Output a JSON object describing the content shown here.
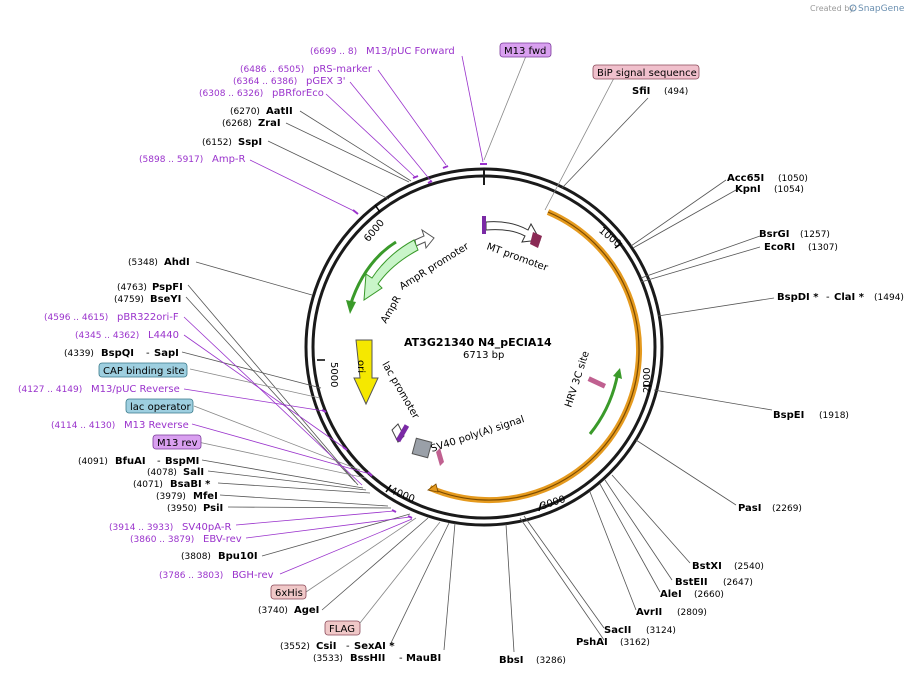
{
  "credit": {
    "created_by": "Created by",
    "brand": "SnapGene"
  },
  "map": {
    "name": "AT3G21340 N4_pECIA14",
    "length": "6713 bp",
    "ticks": [
      "1000",
      "2000",
      "3000",
      "4000",
      "5000",
      "6000"
    ]
  },
  "features": {
    "mt_promoter": "MT promoter",
    "ampr_promoter": "AmpR promoter",
    "ampr": "AmpR",
    "ori": "ori",
    "lac_promoter": "lac promoter",
    "sv40": "SV40 poly(A) signal",
    "hrv": "HRV 3C site"
  },
  "boxed": {
    "m13fwd": "M13 fwd",
    "bip": "BiP signal sequence",
    "cap": "CAP binding site",
    "lacop": "lac operator",
    "m13rev": "M13 rev",
    "his": "6xHis",
    "flag": "FLAG"
  },
  "enzymes": {
    "sfii": {
      "name": "SfiI",
      "pos": "(494)"
    },
    "acc65i": {
      "name": "Acc65I",
      "pos": "(1050)"
    },
    "kpni": {
      "name": "KpnI",
      "pos": "(1054)"
    },
    "bsrgi": {
      "name": "BsrGI",
      "pos": "(1257)"
    },
    "ecori": {
      "name": "EcoRI",
      "pos": "(1307)"
    },
    "bspdi": {
      "name": "BspDI *",
      "sep": "-",
      "name2": "ClaI *",
      "pos": "(1494)"
    },
    "bspei": {
      "name": "BspEI",
      "pos": "(1918)"
    },
    "pasi": {
      "name": "PasI",
      "pos": "(2269)"
    },
    "bstxi": {
      "name": "BstXI",
      "pos": "(2540)"
    },
    "bsteii": {
      "name": "BstEII",
      "pos": "(2647)"
    },
    "alei": {
      "name": "AleI",
      "pos": "(2660)"
    },
    "avrii": {
      "name": "AvrII",
      "pos": "(2809)"
    },
    "sacii": {
      "name": "SacII",
      "pos": "(3124)"
    },
    "pshai": {
      "name": "PshAI",
      "pos": "(3162)"
    },
    "bbsi": {
      "name": "BbsI",
      "pos": "(3286)"
    },
    "bsshii": {
      "name": "BssHII",
      "sep": "-",
      "name2": "MauBI",
      "pos": "(3533)"
    },
    "csii": {
      "name": "CsiI",
      "sep": "-",
      "name2": "SexAI *",
      "pos": "(3552)"
    },
    "agei": {
      "name": "AgeI",
      "pos": "(3740)"
    },
    "bpu10i": {
      "name": "Bpu10I",
      "pos": "(3808)"
    },
    "psii": {
      "name": "PsiI",
      "pos": "(3950)"
    },
    "mfei": {
      "name": "MfeI",
      "pos": "(3979)"
    },
    "bsabi": {
      "name": "BsaBI *",
      "pos": "(4071)"
    },
    "sali": {
      "name": "SalI",
      "pos": "(4078)"
    },
    "bfuai": {
      "name": "BfuAI",
      "sep": "-",
      "name2": "BspMI",
      "pos": "(4091)"
    },
    "bspqi": {
      "name": "BspQI",
      "sep": "-",
      "name2": "SapI",
      "pos": "(4339)"
    },
    "bseyi": {
      "name": "BseYI",
      "pos": "(4759)"
    },
    "pspfi": {
      "name": "PspFI",
      "pos": "(4763)"
    },
    "ahdi": {
      "name": "AhdI",
      "pos": "(5348)"
    },
    "sspi": {
      "name": "SspI",
      "pos": "(6152)"
    },
    "zrai": {
      "name": "ZraI",
      "pos": "(6268)"
    },
    "aatii": {
      "name": "AatII",
      "pos": "(6270)"
    }
  },
  "primers": {
    "m13puc_fwd": {
      "name": "M13/pUC Forward",
      "pos": "(6699 .. 8)"
    },
    "prs": {
      "name": "pRS-marker",
      "pos": "(6486 .. 6505)"
    },
    "pgex": {
      "name": "pGEX 3'",
      "pos": "(6364 .. 6386)"
    },
    "pbr_for": {
      "name": "pBRforEco",
      "pos": "(6308 .. 6326)"
    },
    "ampr_p": {
      "name": "Amp-R",
      "pos": "(5898 .. 5917)"
    },
    "pbr322": {
      "name": "pBR322ori-F",
      "pos": "(4596 .. 4615)"
    },
    "l4440": {
      "name": "L4440",
      "pos": "(4345 .. 4362)"
    },
    "m13puc_rev": {
      "name": "M13/pUC Reverse",
      "pos": "(4127 .. 4149)"
    },
    "m13_rev": {
      "name": "M13 Reverse",
      "pos": "(4114 .. 4130)"
    },
    "sv40pa": {
      "name": "SV40pA-R",
      "pos": "(3914 .. 3933)"
    },
    "ebv": {
      "name": "EBV-rev",
      "pos": "(3860 .. 3879)"
    },
    "bgh": {
      "name": "BGH-rev",
      "pos": "(3786 .. 3803)"
    }
  },
  "colors": {
    "backbone": "#1a1a1a",
    "primer": "#9a33cc",
    "insert": "#e59a1e",
    "ampr_fill": "#c9f5c9",
    "ampr_stroke": "#3a9a2a",
    "ori_fill": "#f5e800",
    "bip_fill": "#8a2a55",
    "hrv_fill": "#c06090",
    "box_purple": "#d9a0f0",
    "box_pink": "#f0c0cc",
    "box_blue": "#9ecfe0",
    "box_rose": "#f0c8c8"
  }
}
